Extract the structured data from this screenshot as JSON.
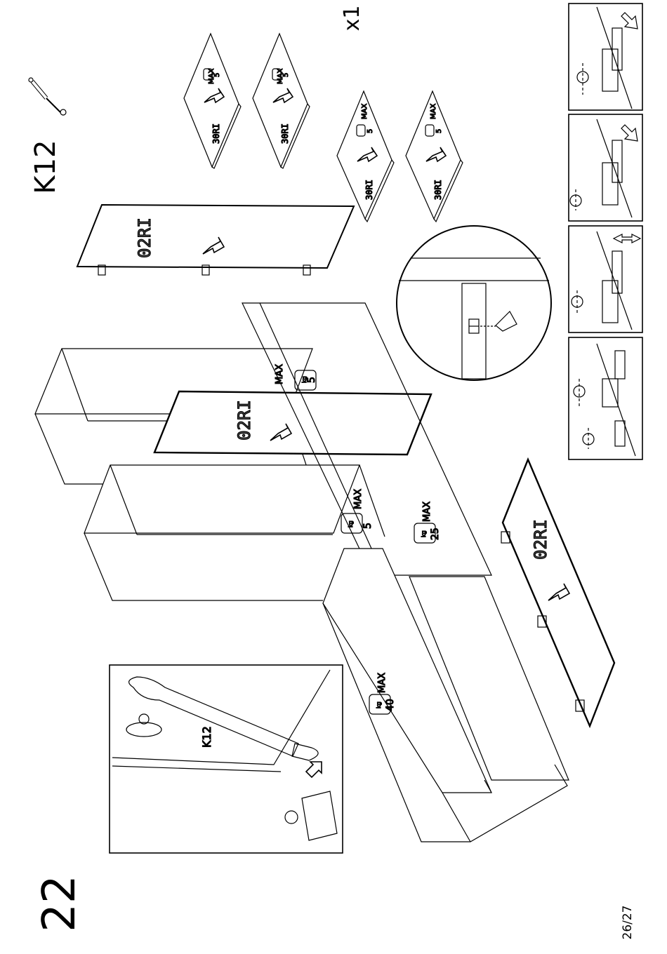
{
  "step": "22",
  "part_code": "K12",
  "quantity": "x1",
  "page_number": "26/27",
  "inset_part_label": "K12",
  "panel_codes": {
    "door": "02RI",
    "shelf": "30RI"
  },
  "load_labels": {
    "max": "MAX",
    "unit": "kg",
    "shelf_small": "5",
    "shelf_large": "25",
    "cabinet_top": "40"
  }
}
